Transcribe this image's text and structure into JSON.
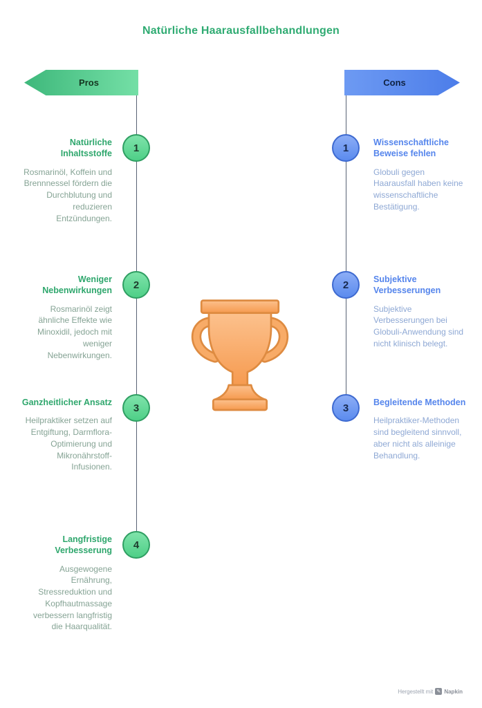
{
  "title": "Natürliche Haarausfallbehandlungen",
  "pros": {
    "label": "Pros",
    "items": [
      {
        "number": "1",
        "heading": "Natürliche Inhaltsstoffe",
        "body": "Rosmarinöl, Koffein und Brennnessel fördern die Durchblutung und reduzieren Entzündungen."
      },
      {
        "number": "2",
        "heading": "Weniger Nebenwirkungen",
        "body": "Rosmarinöl zeigt ähnliche Effekte wie Minoxidil, jedoch mit weniger Nebenwirkungen."
      },
      {
        "number": "3",
        "heading": "Ganzheitlicher Ansatz",
        "body": "Heilpraktiker setzen auf Entgiftung, Darmflora-Optimierung und Mikronährstoff-Infusionen."
      },
      {
        "number": "4",
        "heading": "Langfristige Verbesserung",
        "body": "Ausgewogene Ernährung, Stressreduktion und Kopfhautmassage verbessern langfristig die Haarqualität."
      }
    ]
  },
  "cons": {
    "label": "Cons",
    "items": [
      {
        "number": "1",
        "heading": "Wissenschaftliche Beweise fehlen",
        "body": "Globuli gegen Haarausfall haben keine wissenschaftliche Bestätigung."
      },
      {
        "number": "2",
        "heading": "Subjektive Verbesserungen",
        "body": "Subjektive Verbesserungen bei Globuli-Anwendung sind nicht klinisch belegt."
      },
      {
        "number": "3",
        "heading": "Begleitende Methoden",
        "body": "Heilpraktiker-Methoden sind begleitend sinnvoll, aber nicht als alleinige Behandlung."
      }
    ]
  },
  "watermark": {
    "prefix": "Hergestellt mit",
    "brand": "Napkin",
    "icon_glyph": "✎"
  },
  "icons": {
    "center": "trophy-icon",
    "watermark": "pen-icon"
  },
  "colors": {
    "title": "#2fab72",
    "pros_accent": "#4ecf87",
    "pros_border": "#2f9e62",
    "cons_accent": "#5b8bee",
    "cons_border": "#3e6ad0",
    "trophy_fill": "#f9a55c",
    "trophy_stroke": "#de8b41",
    "line": "#586274"
  }
}
